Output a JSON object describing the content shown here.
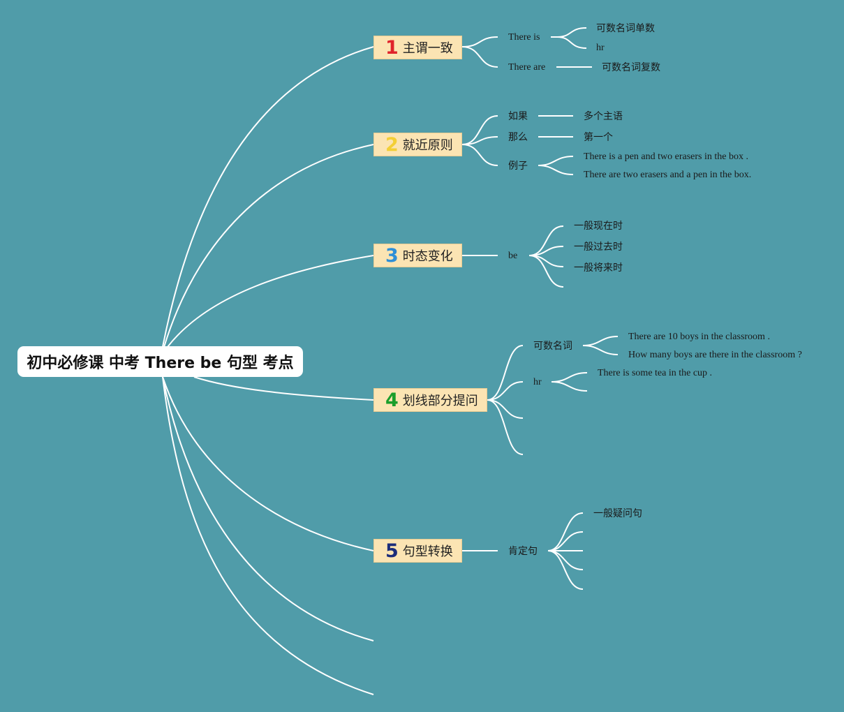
{
  "root": {
    "title": "初中必修课 中考 There be 句型 考点"
  },
  "topics": [
    {
      "number": "1",
      "label": "主谓一致",
      "number_color": "#e0232b"
    },
    {
      "number": "2",
      "label": "就近原则",
      "number_color": "#f3cf35"
    },
    {
      "number": "3",
      "label": "时态变化",
      "number_color": "#2f8fd6"
    },
    {
      "number": "4",
      "label": "划线部分提问",
      "number_color": "#1a9e2b"
    },
    {
      "number": "5",
      "label": "句型转换",
      "number_color": "#1c2d7a"
    }
  ],
  "topic1": {
    "there_is": "There is",
    "there_is_children": [
      "可数名词单数",
      "hr"
    ],
    "there_are": "There are",
    "there_are_child": "可数名词复数"
  },
  "topic2": {
    "if_label": "如果",
    "if_value": "多个主语",
    "then_label": "那么",
    "then_value": "第一个",
    "example_label": "例子",
    "examples": [
      "There is a pen and two erasers in the box .",
      "There are two erasers and a pen in the box."
    ]
  },
  "topic3": {
    "be_label": "be",
    "tenses": [
      "一般现在时",
      "一般过去时",
      "一般将来时"
    ]
  },
  "topic4": {
    "countable_label": "可数名词",
    "countable_examples": [
      "There are 10 boys in the classroom .",
      "How many boys are there in the classroom ?"
    ],
    "hr_label": "hr",
    "hr_example": "There is some tea in the cup ."
  },
  "topic5": {
    "affirmative_label": "肯定句",
    "children": [
      "一般疑问句"
    ]
  },
  "colors": {
    "background": "#509ca9",
    "connector": "#ffffff",
    "topic_fill": "#fbe4b3"
  }
}
